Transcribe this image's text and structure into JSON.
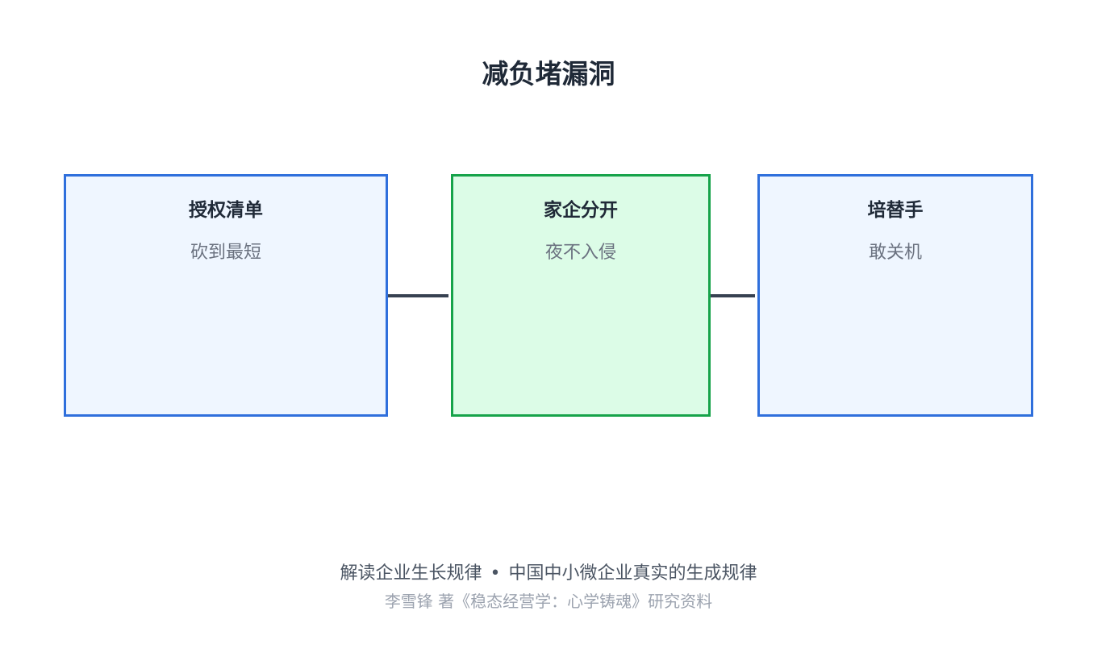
{
  "title": "减负堵漏洞",
  "nodes": [
    {
      "title": "授权清单",
      "subtitle": "砍到最短",
      "color": "#2f6fdc",
      "fill": "#eff6ff"
    },
    {
      "title": "家企分开",
      "subtitle": "夜不入侵",
      "color": "#16a34a",
      "fill": "#dcfce7"
    },
    {
      "title": "培替手",
      "subtitle": "敢关机",
      "color": "#2f6fdc",
      "fill": "#eff6ff"
    }
  ],
  "footer": {
    "left": "解读企业生长规律",
    "separator": "•",
    "right": "中国中小微企业真实的生成规律",
    "credit": "李雪锋 著《稳态经营学：心学铸魂》研究资料"
  }
}
